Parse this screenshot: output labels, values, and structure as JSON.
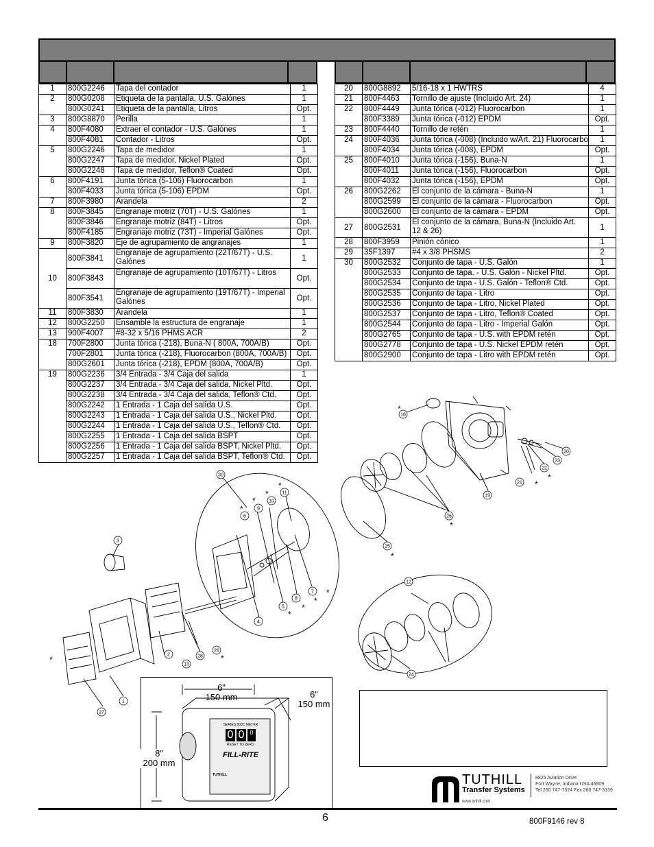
{
  "left_rows": [
    {
      "item": "1",
      "part": "800G2246",
      "desc": "Tapa del contador",
      "qty": "1"
    },
    {
      "item": "2",
      "part": "800G0208",
      "desc": "Etiqueta de la pantalla, U.S. Galónes",
      "qty": "1"
    },
    {
      "item": "",
      "part": "800G0241",
      "desc": "Etiqueta de la pantalla, Litros",
      "qty": "Opt."
    },
    {
      "item": "3",
      "part": "800G8870",
      "desc": "Perilla",
      "qty": "1"
    },
    {
      "item": "4",
      "part": "800F4080",
      "desc": "Extraer el contador - U.S. Galónes",
      "qty": "1"
    },
    {
      "item": "",
      "part": "800F4081",
      "desc": "Contador - Litros",
      "qty": "Opt."
    },
    {
      "item": "5",
      "part": "800G2246",
      "desc": "Tapa de medidor",
      "qty": "1"
    },
    {
      "item": "",
      "part": "800G2247",
      "desc": "Tapa de medidor, Nickel Plated",
      "qty": "Opt."
    },
    {
      "item": "",
      "part": "800G2248",
      "desc": "Tapa de medidor, Teflon® Coated",
      "qty": "Opt."
    },
    {
      "item": "6",
      "part": "800F4191",
      "desc": "Junta tórica  (5-106) Fluorocarbon",
      "qty": "1"
    },
    {
      "item": "",
      "part": "800F4033",
      "desc": "Junta tórica (5-106) EPDM",
      "qty": "Opt."
    },
    {
      "item": "7",
      "part": "800F3980",
      "desc": "Arandela",
      "qty": "2"
    },
    {
      "item": "8",
      "part": "800F3845",
      "desc": "Engranaje motriz (70T) - U.S. Galónes",
      "qty": "1"
    },
    {
      "item": "",
      "part": "800F3846",
      "desc": "Engranaje motriz (84T) - Litros",
      "qty": "Opt."
    },
    {
      "item": "",
      "part": "800F4185",
      "desc": "Engranaje motriz (73T) - Imperial Galónes",
      "qty": "Opt."
    },
    {
      "item": "9",
      "part": "800F3820",
      "desc": "Eje de agrupamiento de angranajes",
      "qty": "1"
    },
    {
      "item": "10",
      "part": "800F3841",
      "desc": "Engranaje de agrupamiento (22T/67T) - U.S. Galónes",
      "qty": "1",
      "tall": true
    },
    {
      "item": "",
      "part": "800F3843",
      "desc": "Engranaje de agrupamiento (10T/67T) - Litros",
      "qty": "Opt.",
      "tall": true
    },
    {
      "item": "",
      "part": "800F3541",
      "desc": "Engranaje de agrupamiento (19T/67T) - Imperial Galónes",
      "qty": "Opt.",
      "tall": true
    },
    {
      "item": "11",
      "part": "800F3830",
      "desc": "Arandela",
      "qty": "1"
    },
    {
      "item": "12",
      "part": "800G2250",
      "desc": "Ensamble la estructura de engranaje",
      "qty": "1"
    },
    {
      "item": "13",
      "part": "900F4007",
      "desc": "#8-32 x 5/16 PHMS ACR",
      "qty": "2"
    },
    {
      "item": "18",
      "part": "700F2800",
      "desc": "Junta tórica (-218), Buna-N ( 800A, 700A/B)",
      "qty": "Opt."
    },
    {
      "item": "",
      "part": "700F2801",
      "desc": "Junta tórica (-218), Fluorocarbon (800A, 700A/B)",
      "qty": "Opt."
    },
    {
      "item": "",
      "part": "800G2601",
      "desc": "Junta tórica (-218), EPDM (800A, 700A/B)",
      "qty": "Opt."
    },
    {
      "item": "19",
      "part": "800G2236",
      "desc": "3/4 Entrada - 3/4 Caja del salida",
      "qty": "1"
    },
    {
      "item": "",
      "part": "800G2237",
      "desc": "3/4 Entrada - 3/4 Caja del salida, Nickel Pltd.",
      "qty": "Opt."
    },
    {
      "item": "",
      "part": "800G2238",
      "desc": "3/4 Entrada - 3/4 Caja del salida, Teflon® Ctd.",
      "qty": "Opt."
    },
    {
      "item": "",
      "part": "800G2242",
      "desc": "1 Entrada - 1 Caja del salida U.S.",
      "qty": "Opt."
    },
    {
      "item": "",
      "part": "800G2243",
      "desc": "1 Entrada - 1 Caja del salida U.S., Nickel Pltd.",
      "qty": "Opt."
    },
    {
      "item": "",
      "part": "800G2244",
      "desc": "1 Entrada - 1 Caja del salida U.S., Teflon® Ctd.",
      "qty": "Opt."
    },
    {
      "item": "",
      "part": "800G2255",
      "desc": "1 Entrada - 1 Caja del salida BSPT",
      "qty": "Opt."
    },
    {
      "item": "",
      "part": "800G2256",
      "desc": "1 Entrada - 1 Caja del salida BSPT, Nickel Pltd.",
      "qty": "Opt."
    },
    {
      "item": "",
      "part": "800G2257",
      "desc": "1 Entrada - 1 Caja del salida BSPT, Teflon® Ctd.",
      "qty": "Opt."
    }
  ],
  "right_rows": [
    {
      "item": "20",
      "part": "800G8892",
      "desc": "5/16-18 x 1 HWTRS",
      "qty": "4"
    },
    {
      "item": "21",
      "part": "800F4463",
      "desc": "Tornillo de ajuste (Incluido Art. 24)",
      "qty": "1"
    },
    {
      "item": "22",
      "part": "800F4449",
      "desc": "Junta tórica (-012) Fluorocarbon",
      "qty": "1"
    },
    {
      "item": "",
      "part": "800F3389",
      "desc": "Junta tórica (-012) EPDM",
      "qty": "Opt."
    },
    {
      "item": "23",
      "part": "800F4440",
      "desc": "Tornillo de retén",
      "qty": "1"
    },
    {
      "item": "24",
      "part": "800F4036",
      "desc": "Junta tórica (-008) (Incluido w/Art. 21) Fluorocarbon",
      "qty": "1"
    },
    {
      "item": "",
      "part": "800F4034",
      "desc": "Junta tórica (-008), EPDM",
      "qty": "Opt."
    },
    {
      "item": "25",
      "part": "800F4010",
      "desc": "Junta tórica (-156), Buna-N",
      "qty": "1"
    },
    {
      "item": "",
      "part": "800F4011",
      "desc": "Junta tórica (-156), Fluorocarbon",
      "qty": "Opt."
    },
    {
      "item": "",
      "part": "800F4032",
      "desc": "Junta tórica (-156), EPDM",
      "qty": "Opt."
    },
    {
      "item": "26",
      "part": "800G2262",
      "desc": "El conjunto de la cámara - Buna-N",
      "qty": "1"
    },
    {
      "item": "",
      "part": "800G2599",
      "desc": "El conjunto de la cámara - Fluorocarbon",
      "qty": "Opt."
    },
    {
      "item": "",
      "part": "800G2600",
      "desc": "El conjunto de la cámara - EPDM",
      "qty": "Opt."
    },
    {
      "item": "27",
      "part": "800G2531",
      "desc": "El conjunto de la cámara, Buna-N (Incluido Art. 12 & 26)",
      "qty": "1",
      "tall": true
    },
    {
      "item": "28",
      "part": "800F3959",
      "desc": "Pinión cónico",
      "qty": "1"
    },
    {
      "item": "29",
      "part": "35F1397",
      "desc": "#4 x 3/8  PHSMS",
      "qty": "2"
    },
    {
      "item": "30",
      "part": "800G2532",
      "desc": "Conjunto de tapa - U.S. Galón",
      "qty": "1"
    },
    {
      "item": "",
      "part": "800G2533",
      "desc": "Conjunto de tapa. - U.S. Galón - Nickel Pltd.",
      "qty": "Opt."
    },
    {
      "item": "",
      "part": "800G2534",
      "desc": "Conjunto de tapa - U.S. Galón - Teflon® Ctd.",
      "qty": "Opt."
    },
    {
      "item": "",
      "part": "800G2535",
      "desc": "Conjunto de tapa - Litro",
      "qty": "Opt."
    },
    {
      "item": "",
      "part": "800G2536",
      "desc": "Conjunto de tapa - Litro, Nickel Plated",
      "qty": "Opt."
    },
    {
      "item": "",
      "part": "800G2537",
      "desc": "Conjunto de tapa - Litro, Teflon® Coated",
      "qty": "Opt."
    },
    {
      "item": "",
      "part": "800G2544",
      "desc": "Conjunto de tapa - Litro - Imperial Galón",
      "qty": "Opt."
    },
    {
      "item": "",
      "part": "800G2765",
      "desc": "Conjunto de tapa  - U.S. with EPDM retén",
      "qty": "Opt."
    },
    {
      "item": "",
      "part": "800G2778",
      "desc": "Conjunto de tapa - U.S. Nickel EPDM retén",
      "qty": "Opt."
    },
    {
      "item": "",
      "part": "800G2900",
      "desc": "Conjunto de tapa - Litro with EPDM retén",
      "qty": "Opt."
    }
  ],
  "dimensions": {
    "width_top": "6\"",
    "width_top_mm": "150 mm",
    "depth": "6\"",
    "depth_mm": "150 mm",
    "height": "8\"",
    "height_mm": "200 mm"
  },
  "meter_face": {
    "series": "SERIES 800C METER",
    "digits": [
      "0",
      "0",
      "0"
    ],
    "reset": "RESET TO ZERO",
    "brand": "FILL-RITE",
    "maker": "TUTHILL"
  },
  "logo": {
    "name": "TUTHILL",
    "sub": "Transfer Systems",
    "address_1": "8825 Aviation Drive",
    "address_2": "Fort Wayne, Indiana USA 46809",
    "phone": "Tel 260 747-7524  Fax 260 747-3159",
    "web": "www.tuthill.com"
  },
  "footer": {
    "page_number": "6",
    "doc_number": "800F9146 rev 8"
  },
  "callouts": [
    "18",
    "20",
    "21",
    "22",
    "23",
    "19",
    "26",
    "25",
    "30",
    "11",
    "10",
    "9",
    "6",
    "3",
    "7",
    "8",
    "5",
    "4",
    "2",
    "1",
    "13",
    "28",
    "29",
    "27",
    "12",
    "24"
  ]
}
